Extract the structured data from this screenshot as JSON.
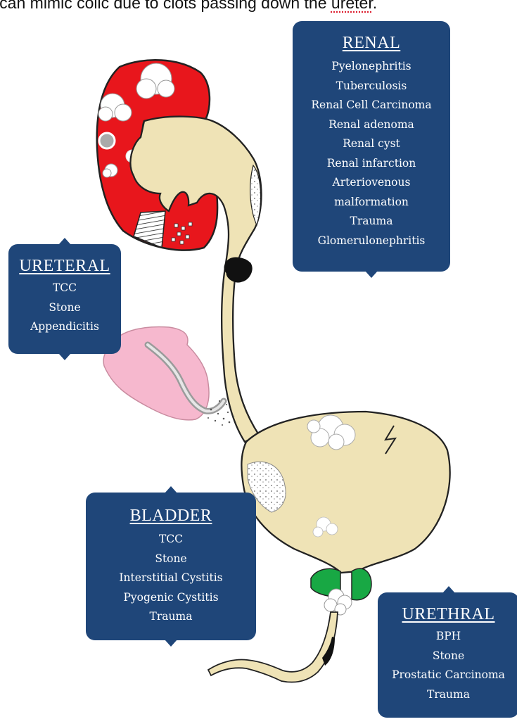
{
  "header": {
    "text_before": "g can mimic colic due to clots passing down the ",
    "text_marked": "ureter",
    "text_after": "."
  },
  "callouts": {
    "renal": {
      "title": "RENAL",
      "items": [
        "Pyelonephritis",
        "Tuberculosis",
        "Renal Cell Carcinoma",
        "Renal adenoma",
        "Renal cyst",
        "Renal infarction",
        "Arteriovenous",
        "malformation",
        "Trauma",
        "Glomerulonephritis"
      ]
    },
    "ureteral": {
      "title": "URETERAL",
      "items": [
        "TCC",
        "Stone",
        "Appendicitis"
      ]
    },
    "bladder": {
      "title": "BLADDER",
      "items": [
        "TCC",
        "Stone",
        "Interstitial Cystitis",
        "Pyogenic Cystitis",
        "Trauma"
      ]
    },
    "urethral": {
      "title": "URETHRAL",
      "items": [
        "BPH",
        "Stone",
        "Prostatic Carcinoma",
        "Trauma"
      ]
    }
  },
  "colors": {
    "callout_bg": "#1f4679",
    "callout_text": "#ffffff",
    "kidney_red": "#e8161c",
    "ureter_beige": "#efe3b6",
    "appendix_pink": "#f6b8ce",
    "prostate_green": "#18a844",
    "lesion_white": "#ffffff"
  }
}
